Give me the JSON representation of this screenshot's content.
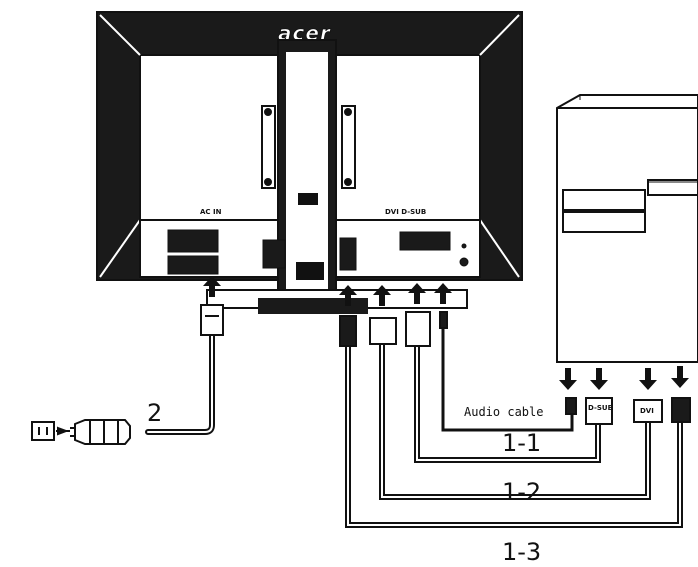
{
  "monitor": {
    "brand": "acer"
  },
  "labels": {
    "power": "2",
    "vga": "1-1",
    "dvi": "1-2",
    "hdmi": "1-3",
    "audio": "Audio cable"
  },
  "port_text": {
    "pc_vga": "D-SUB",
    "pc_dvi": "DVI"
  },
  "colors": {
    "line": "#111111",
    "panel": "#1a1a1a",
    "background": "#ffffff"
  }
}
